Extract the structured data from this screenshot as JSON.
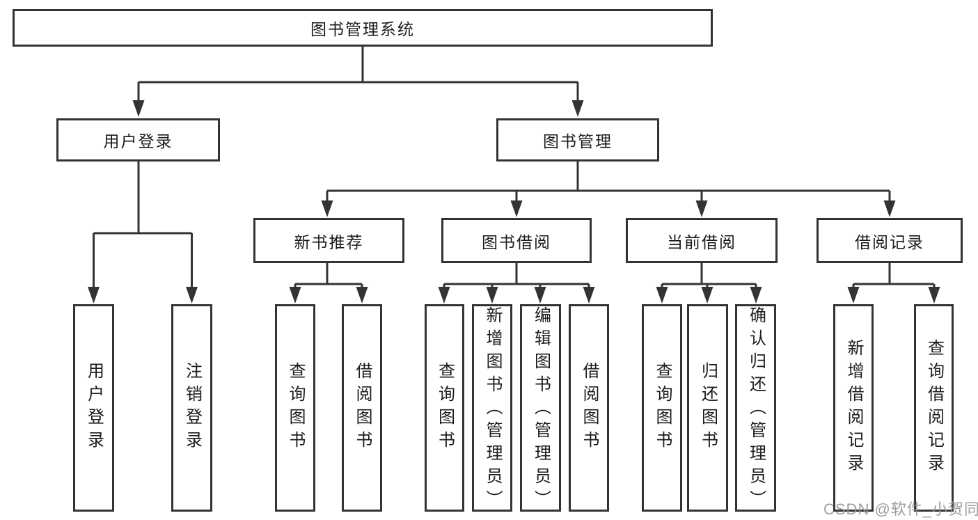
{
  "colors": {
    "line": "#333333",
    "text": "#1c1c1c",
    "background": "#ffffff",
    "watermark": "#969696"
  },
  "nodes": {
    "root": {
      "label": "图书管理系统"
    },
    "level2": [
      {
        "label": "用户登录"
      },
      {
        "label": "图书管理"
      }
    ],
    "level3": [
      {
        "label": "新书推荐"
      },
      {
        "label": "图书借阅"
      },
      {
        "label": "当前借阅"
      },
      {
        "label": "借阅记录"
      }
    ],
    "leaves": [
      {
        "label": "用户登录"
      },
      {
        "label": "注销登录"
      },
      {
        "label": "查询图书"
      },
      {
        "label": "借阅图书"
      },
      {
        "label": "查询图书"
      },
      {
        "label": "新增图书（管理员）"
      },
      {
        "label": "编辑图书（管理员）"
      },
      {
        "label": "借阅图书"
      },
      {
        "label": "查询图书"
      },
      {
        "label": "归还图书"
      },
      {
        "label": "确认归还（管理员）"
      },
      {
        "label": "新增借阅记录"
      },
      {
        "label": "查询借阅记录"
      }
    ]
  },
  "watermark": {
    "text": "CSDN @软件_小贺同学"
  }
}
